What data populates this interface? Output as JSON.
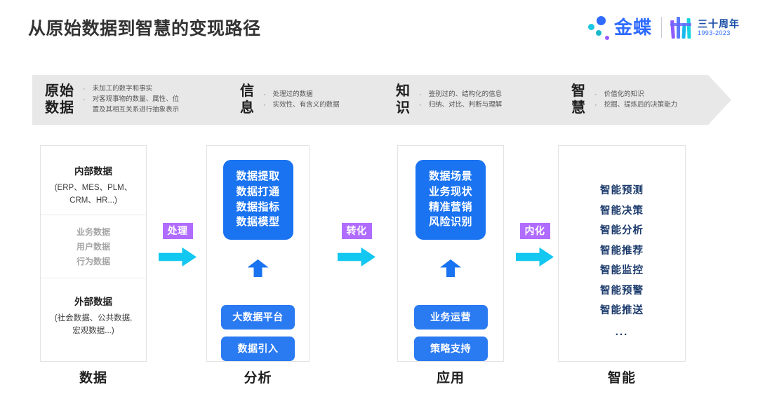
{
  "header": {
    "title": "从原始数据到智慧的变现路径",
    "brand": {
      "name": "金蝶",
      "anniversary_cn": "三十周年",
      "anniversary_years": "1993-2023"
    }
  },
  "banner": {
    "stages": [
      {
        "name": "原始\n数据",
        "bullets": [
          "未加工的数字和事实",
          "对客观事物的数量、属性、位\n置及其相互关系进行抽象表示"
        ]
      },
      {
        "name": "信\n息",
        "bullets": [
          "处理过的数据",
          "实效性、有含义的数据"
        ]
      },
      {
        "name": "知\n识",
        "bullets": [
          "鉴别过的、结构化的信息",
          "归纳、对比、判断与理解"
        ]
      },
      {
        "name": "智\n慧",
        "bullets": [
          "价值化的知识",
          "挖掘、提炼后的决策能力"
        ]
      }
    ],
    "bullet_glyph": "·"
  },
  "columns": {
    "data": {
      "label": "数据",
      "sections": {
        "internal_heading": "内部数据",
        "internal_sub": "(ERP、MES、PLM、\nCRM、HR...)",
        "middle_lines": [
          "业务数据",
          "用户数据",
          "行为数据"
        ],
        "external_heading": "外部数据",
        "external_sub": "(社会数据、公共数据,\n宏观数据...)"
      }
    },
    "analysis": {
      "label": "分析",
      "box": "数据提取\n数据打通\n数据指标\n数据模型",
      "pills": [
        "大数据平台",
        "数据引入"
      ]
    },
    "application": {
      "label": "应用",
      "box": "数据场景\n业务现状\n精准营销\n风险识别",
      "pills": [
        "业务运营",
        "策略支持"
      ]
    },
    "intelligence": {
      "label": "智能",
      "items": [
        "智能预测",
        "智能决策",
        "智能分析",
        "智能推荐",
        "智能监控",
        "智能预警",
        "智能推送",
        "..."
      ]
    }
  },
  "connectors": [
    {
      "label": "处理"
    },
    {
      "label": "转化"
    },
    {
      "label": "内化"
    }
  ],
  "colors": {
    "banner_bg": "#e8e8e8",
    "blue_primary": "#1a73f0",
    "blue_pill": "#2a7af2",
    "connector_label": "#b06cff",
    "connector_arrow": "#12c7f0",
    "intel_text": "#1b3a6b",
    "brand_blue": "#2f6bff"
  }
}
